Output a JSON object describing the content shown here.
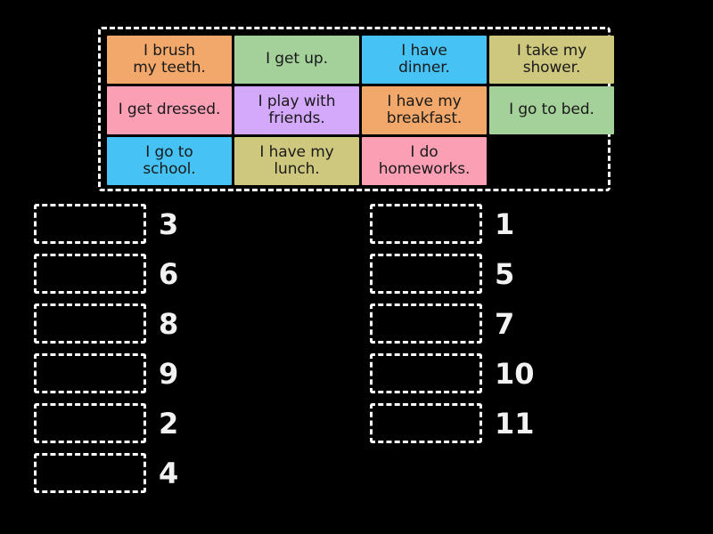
{
  "board": {
    "background_color": "#000000",
    "dash_color": "#ffffff",
    "title": "",
    "word_bank": {
      "name": "word-bank",
      "columns": 4,
      "rows": 3,
      "tiles": [
        {
          "text": "I brush\nmy teeth.",
          "label": "I brush my teeth.",
          "color": "#F2A86A"
        },
        {
          "text": "I get up.",
          "label": "I get up.",
          "color": "#A4D19A"
        },
        {
          "text": "I have\ndinner.",
          "label": "I have dinner.",
          "color": "#46C2F5"
        },
        {
          "text": "I take my\nshower.",
          "label": "I take my shower.",
          "color": "#CEC87E"
        },
        {
          "text": "I get dressed.",
          "label": "I get dressed.",
          "color": "#FB9FB5"
        },
        {
          "text": "I play with\nfriends.",
          "label": "I play with friends.",
          "color": "#D4A8FB"
        },
        {
          "text": "I have my\nbreakfast.",
          "label": "I have my breakfast.",
          "color": "#F2A86A"
        },
        {
          "text": "I go to bed.",
          "label": "I go to bed.",
          "color": "#A4D19A"
        },
        {
          "text": "I go to\nschool.",
          "label": "I go to school.",
          "color": "#46C2F5"
        },
        {
          "text": "I have my\nlunch.",
          "label": "I have my lunch.",
          "color": "#CEC87E"
        },
        {
          "text": "I do\nhomeworks.",
          "label": "I do homeworks.",
          "color": "#FB9FB5"
        },
        {
          "text": "",
          "label": "empty",
          "color": "transparent"
        }
      ]
    },
    "slots_left": [
      {
        "number": "3",
        "value": ""
      },
      {
        "number": "6",
        "value": ""
      },
      {
        "number": "8",
        "value": ""
      },
      {
        "number": "9",
        "value": ""
      },
      {
        "number": "2",
        "value": ""
      },
      {
        "number": "4",
        "value": ""
      }
    ],
    "slots_right": [
      {
        "number": "1",
        "value": ""
      },
      {
        "number": "5",
        "value": ""
      },
      {
        "number": "7",
        "value": ""
      },
      {
        "number": "10",
        "value": ""
      },
      {
        "number": "11",
        "value": ""
      }
    ]
  }
}
